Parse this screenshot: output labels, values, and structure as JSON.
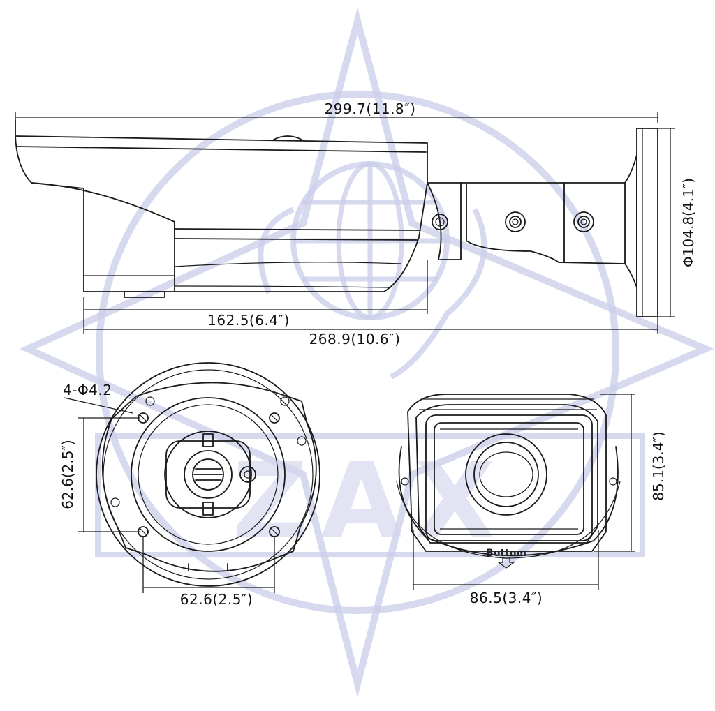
{
  "dimensions": {
    "overall_length": "299.7(11.8″)",
    "body_length": "162.5(6.4″)",
    "total_length": "268.9(10.6″)",
    "base_diameter": "Φ104.8(4.1″)",
    "hole_spec": "4-Φ4.2",
    "hole_vertical_spacing": "62.6(2.5″)",
    "hole_horizontal_spacing": "62.6(2.5″)",
    "front_width": "86.5(3.4″)",
    "front_height": "85.1(3.4″)"
  },
  "labels": {
    "bottom_marker": "Bottom"
  },
  "watermark": {
    "text": "ZAX",
    "color": "#c9cde9"
  },
  "colors": {
    "line": "#1a1a1a",
    "background": "#ffffff"
  }
}
